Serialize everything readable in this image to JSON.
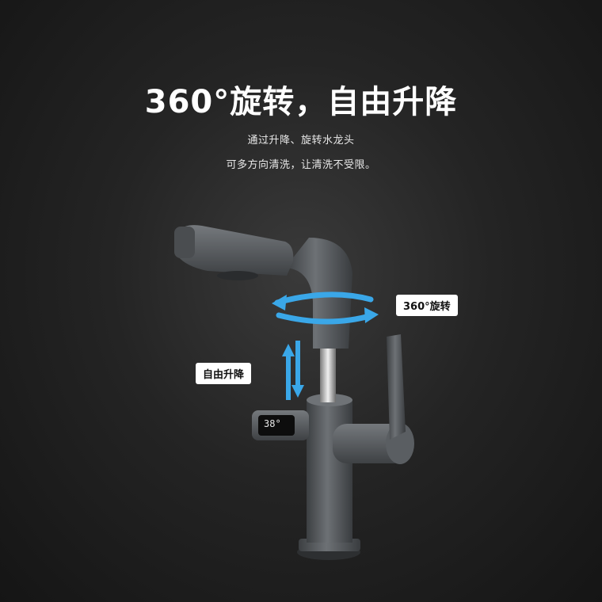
{
  "headline": "360°旋转，自由升降",
  "subtitle": {
    "line1": "通过升降、旋转水龙头",
    "line2": "可多方向清洗，让清洗不受限。"
  },
  "labels": {
    "rotate": "360°旋转",
    "lift": "自由升降"
  },
  "display": {
    "temperature": "38°"
  },
  "colors": {
    "arrow_blue": "#3aa7e8",
    "faucet_gray": "#5b5f63"
  }
}
